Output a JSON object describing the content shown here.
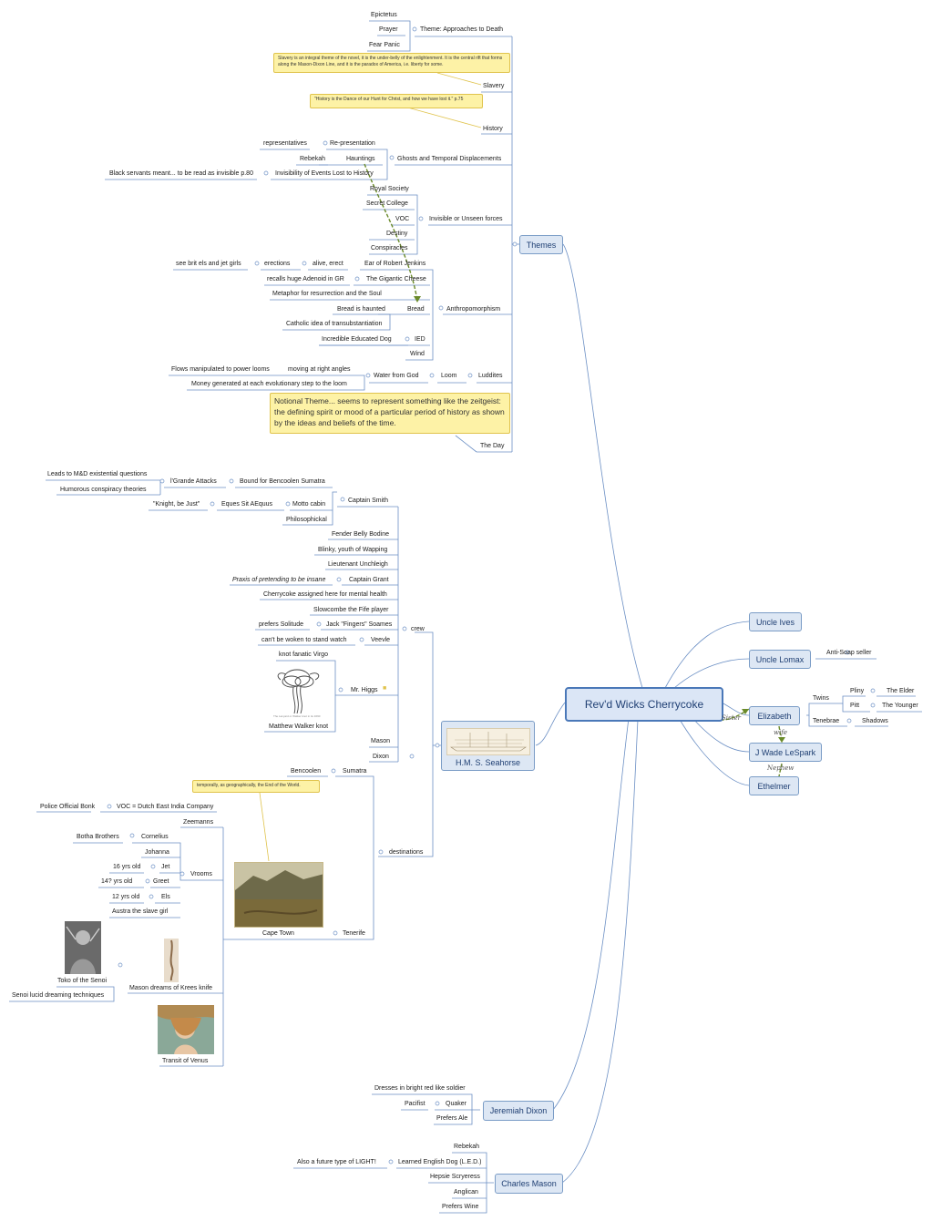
{
  "root": "Rev'd Wicks Cherrycoke",
  "branches": {
    "themes": "Themes",
    "seahorse": "H.M. S. Seahorse",
    "jeremiah": "Jeremiah Dixon",
    "mason": "Charles Mason",
    "ives": "Uncle Ives",
    "lomax": "Uncle Lomax",
    "elizabeth": "Elizabeth",
    "lespark": "J Wade LeSpark",
    "ethelmer": "Ethelmer"
  },
  "relations": {
    "sister": "Sister",
    "wife": "wife",
    "nephew": "Nephew"
  },
  "themes": {
    "death": "Theme: Approaches to Death",
    "epictetus": "Epictetus",
    "prayer": "Prayer",
    "fear_panic": "Fear Panic",
    "slavery_note": "Slavery is an integral theme of the novel, it is the under-belly of the enlightenment. It is the central rift that forms along the Mason-Dixon Line, and it is the paradox of America, i.e. liberty for some.",
    "slavery": "Slavery",
    "history_note": "\"History is the Dance of our Hunt for Christ, and how we have lost it.\" p.75",
    "history": "History",
    "ghosts": "Ghosts and Temporal Displacements",
    "representatives": "representatives",
    "representation": "Re-presentation",
    "rebekah": "Rebekah",
    "hauntings": "Hauntings",
    "black_servants": "Black servants meant... to be read as invisible p.80",
    "invisibility": "Invisibility of Events Lost to History",
    "invisible": "Invisible or Unseen forces",
    "royal_society": "Royal Society",
    "secret_college": "Secret College",
    "voc": "VOC",
    "destiny": "Destiny",
    "conspiracies": "Conspiracies",
    "anthropomorphism": "Anthropomorphism",
    "see_brit": "see brit els and jet girls",
    "erections": "erections",
    "alive": "alive, erect",
    "ear": "Ear of Robert Jenkins",
    "adenoid": "recalls huge Adenoid in GR",
    "cheese": "The Gigantic Cheese",
    "metaphor": "Metaphor for resurrection and the Soul",
    "bread_haunted": "Bread is haunted",
    "bread": "Bread",
    "catholic": "Catholic idea of transubstantiation",
    "dog": "Incredible Educated Dog",
    "ied": "IED",
    "wind": "Wind",
    "flows": "Flows manipulated to power looms",
    "angles": "moving at right angles",
    "money": "Money generated at each evolutionary step to the loom",
    "water": "Water from God",
    "loom": "Loom",
    "luddites": "Luddites",
    "day_note": "Notional Theme... seems to represent something like the zeitgeist:  the defining spirit or mood of a particular period of history as shown by the ideas and beliefs of the time.",
    "day": "The Day"
  },
  "seahorse": {
    "smith": "Captain Smith",
    "leads": "Leads to M&D existential questions",
    "humorous": "Humorous conspiracy theories",
    "grande": "l'Grande Attacks",
    "bound": "Bound for Bencoolen Sumatra",
    "knight": "\"Knight, be Just\"",
    "eques": "Eques Sit AEquus",
    "motto": "Motto cabin",
    "philosophickal": "Philosophickal",
    "crew": "crew",
    "fender": "Fender Belly Bodine",
    "blinky": "Blinky, youth of Wapping",
    "unchleigh": "Lieutenant Unchleigh",
    "praxis": "Praxis of pretending to be insane",
    "grant": "Captain Grant",
    "mental": "Cherrycoke assigned here for mental health",
    "slowcombe": "Slowcombe the Fife player",
    "solitude": "prefers Solitude",
    "soames": "Jack \"Fingers\" Soames",
    "woken": "can't be woken to stand watch",
    "veevle": "Veevle",
    "knot_fanatic": "knot fanatic Virgo",
    "higgs": "Mr. Higgs",
    "walker": "Matthew Walker knot",
    "knot_caption": "The Lanyard or Walker knot in its 1690",
    "mason": "Mason",
    "dixon": "Dixon",
    "destinations": "destinations",
    "bencoolen": "Bencoolen",
    "sumatra": "Sumatra",
    "tenerife_note": "temporally, as geographically, the End of the World.",
    "police": "Police Official Bonk",
    "voc_company": "VOC = Dutch East India Company",
    "zeemanns": "Zeemanns",
    "botha": "Botha Brothers",
    "cornelius": "Cornelius",
    "johanna": "Johanna",
    "jet_age": "16 yrs old",
    "jet": "Jet",
    "greet_age": "14? yrs old",
    "greet": "Greet",
    "els_age": "12 yrs old",
    "els": "Els",
    "austra": "Austra the slave girl",
    "vrooms": "Vrooms",
    "cape_town": "Cape Town",
    "tenerife": "Tenerife",
    "toko": "Toko of the Senoi",
    "senoi": "Senoi lucid dreaming techniques",
    "krees": "Mason dreams of Krees knife",
    "venus": "Transit of Venus"
  },
  "jeremiah": {
    "dresses": "Dresses in bright red like soldier",
    "pacifist": "Pacifist",
    "quaker": "Quaker",
    "ale": "Prefers Ale"
  },
  "charles": {
    "rebekah": "Rebekah",
    "light": "Also a future type of LIGHT!",
    "led": "Learned English Dog (L.E.D.)",
    "hepsie": "Hepsie Scryeress",
    "anglican": "Anglican",
    "wine": "Prefers Wine"
  },
  "family": {
    "anti_soap": "Anti-Soap seller",
    "twins": "Twins",
    "pliny": "Pliny",
    "elder": "The Elder",
    "pitt": "Pitt",
    "younger": "The Younger",
    "tenebrae": "Tenebrae",
    "shadows": "Shadows"
  },
  "colors": {
    "line": "#6b8fc4",
    "node_fill": "#dde7f4",
    "note_fill": "#fdf2a6",
    "relation": "#6a8a2a"
  }
}
